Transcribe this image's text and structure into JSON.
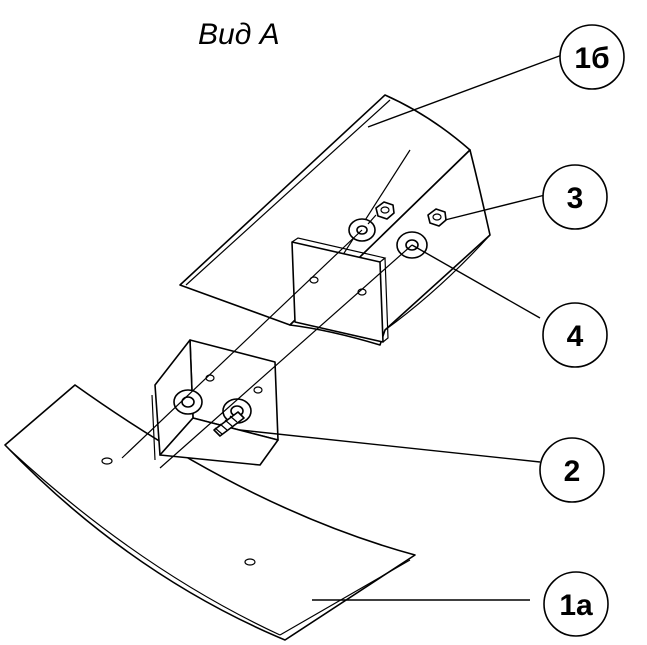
{
  "title": "Вид А",
  "callouts": [
    {
      "label": "1б"
    },
    {
      "label": "3"
    },
    {
      "label": "4"
    },
    {
      "label": "2"
    },
    {
      "label": "1а"
    }
  ]
}
